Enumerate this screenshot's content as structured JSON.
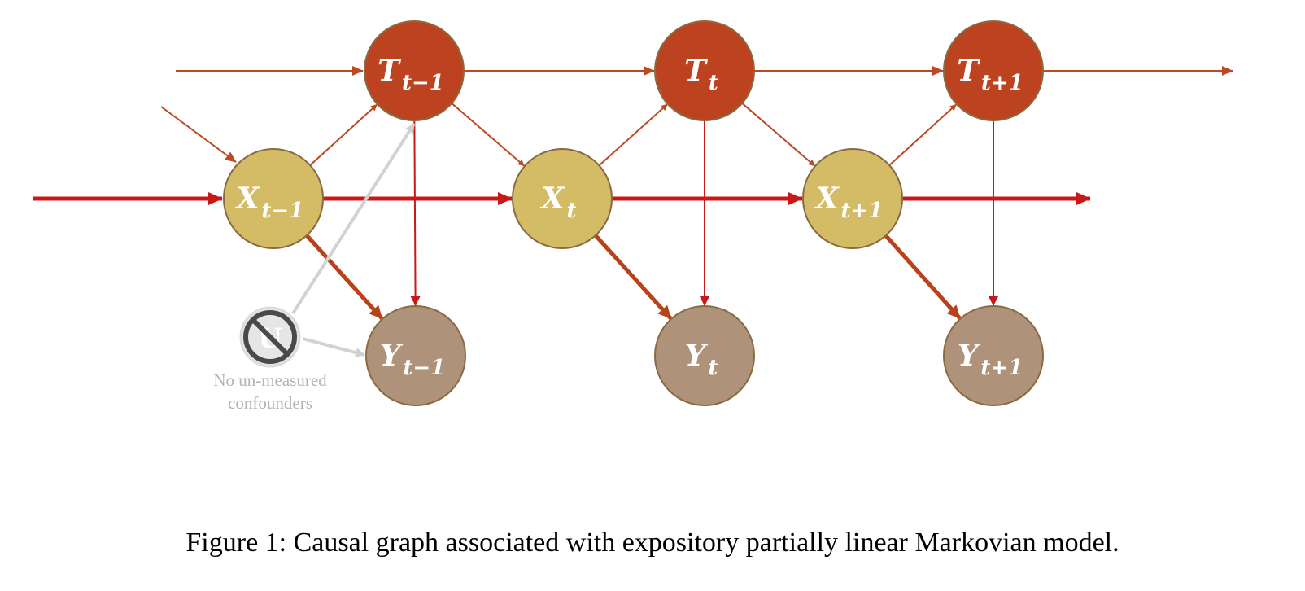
{
  "colors": {
    "treatment_node": "#bd4320",
    "covariate_node": "#d4bb66",
    "outcome_node": "#ae937a",
    "node_stroke": "#8a6a42",
    "treatment_edge": "#bb4a22",
    "covariate_edge": "#c91818",
    "outcome_edge": "#b8421a",
    "confounder": "#cfcfcf"
  },
  "nodes": [
    {
      "id": "T_prev",
      "var": "T",
      "sub": "t−1",
      "role": "treatment"
    },
    {
      "id": "T_cur",
      "var": "T",
      "sub": "t",
      "role": "treatment"
    },
    {
      "id": "T_next",
      "var": "T",
      "sub": "t+1",
      "role": "treatment"
    },
    {
      "id": "X_prev",
      "var": "X",
      "sub": "t−1",
      "role": "covariate"
    },
    {
      "id": "X_cur",
      "var": "X",
      "sub": "t",
      "role": "covariate"
    },
    {
      "id": "X_next",
      "var": "X",
      "sub": "t+1",
      "role": "covariate"
    },
    {
      "id": "Y_prev",
      "var": "Y",
      "sub": "t−1",
      "role": "outcome"
    },
    {
      "id": "Y_cur",
      "var": "Y",
      "sub": "t",
      "role": "outcome"
    },
    {
      "id": "Y_next",
      "var": "Y",
      "sub": "t+1",
      "role": "outcome"
    }
  ],
  "edges": [
    {
      "from": "T_prev",
      "to": "T_cur",
      "kind": "treatment"
    },
    {
      "from": "T_cur",
      "to": "T_next",
      "kind": "treatment"
    },
    {
      "from": "X_prev",
      "to": "X_cur",
      "kind": "covariate"
    },
    {
      "from": "X_cur",
      "to": "X_next",
      "kind": "covariate"
    },
    {
      "from": "X_prev",
      "to": "T_prev",
      "kind": "treatment"
    },
    {
      "from": "X_cur",
      "to": "T_cur",
      "kind": "treatment"
    },
    {
      "from": "X_next",
      "to": "T_next",
      "kind": "treatment"
    },
    {
      "from": "T_prev",
      "to": "X_cur",
      "kind": "treatment"
    },
    {
      "from": "T_cur",
      "to": "X_next",
      "kind": "treatment"
    },
    {
      "from": "T_prev",
      "to": "Y_prev",
      "kind": "covariate"
    },
    {
      "from": "T_cur",
      "to": "Y_cur",
      "kind": "covariate"
    },
    {
      "from": "T_next",
      "to": "Y_next",
      "kind": "covariate"
    },
    {
      "from": "X_prev",
      "to": "Y_prev",
      "kind": "outcome"
    },
    {
      "from": "X_cur",
      "to": "Y_cur",
      "kind": "outcome"
    },
    {
      "from": "X_next",
      "to": "Y_next",
      "kind": "outcome"
    }
  ],
  "confounder": {
    "symbol": "U",
    "note_line1": "No un-measured",
    "note_line2": "confounders"
  },
  "caption": "Figure 1: Causal graph associated with expository partially linear Markovian model."
}
